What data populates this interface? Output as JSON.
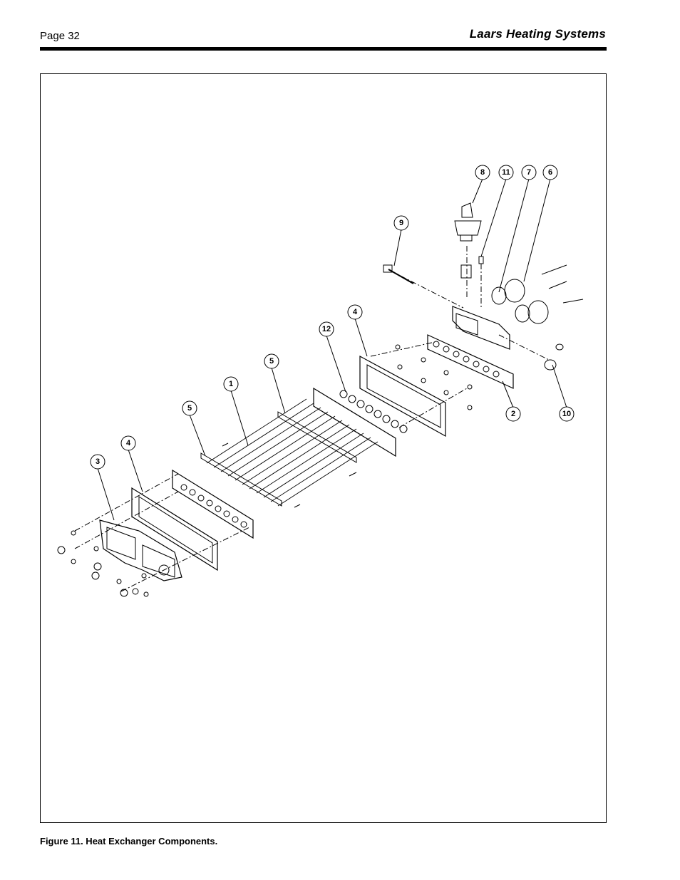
{
  "header": {
    "page_number": "Page 32",
    "brand": "Laars Heating Systems"
  },
  "figure": {
    "caption": "Figure 11. Heat Exchanger Components.",
    "callouts": [
      {
        "id": "c8",
        "label": "8"
      },
      {
        "id": "c11",
        "label": "11"
      },
      {
        "id": "c7",
        "label": "7"
      },
      {
        "id": "c6",
        "label": "6"
      },
      {
        "id": "c9",
        "label": "9"
      },
      {
        "id": "c4a",
        "label": "4"
      },
      {
        "id": "c12",
        "label": "12"
      },
      {
        "id": "c5a",
        "label": "5"
      },
      {
        "id": "c1",
        "label": "1"
      },
      {
        "id": "c5b",
        "label": "5"
      },
      {
        "id": "c4b",
        "label": "4"
      },
      {
        "id": "c3",
        "label": "3"
      },
      {
        "id": "c2",
        "label": "2"
      },
      {
        "id": "c10",
        "label": "10"
      }
    ]
  }
}
